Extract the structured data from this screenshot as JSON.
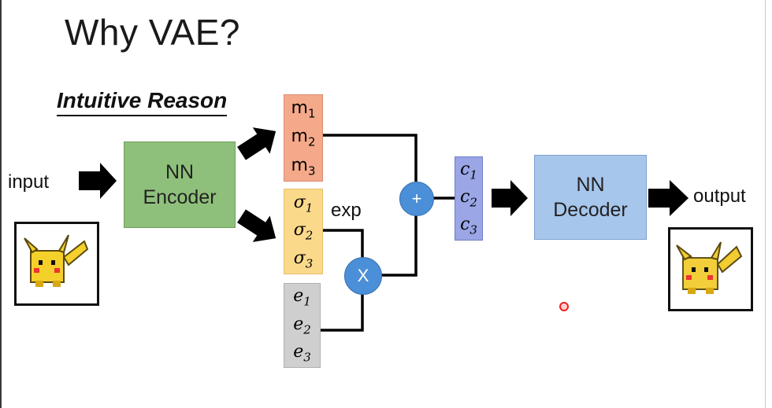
{
  "slide": {
    "title": "Why VAE?",
    "subtitle": "Intuitive Reason",
    "input_label": "input",
    "output_label": "output",
    "exp_label": "exp",
    "encoder": {
      "line1": "NN",
      "line2": "Encoder"
    },
    "decoder": {
      "line1": "NN",
      "line2": "Decoder"
    },
    "m_vector": [
      {
        "base": "m",
        "sub": "1"
      },
      {
        "base": "m",
        "sub": "2"
      },
      {
        "base": "m",
        "sub": "3"
      }
    ],
    "sigma_vector": [
      {
        "base": "σ",
        "sub": "1"
      },
      {
        "base": "σ",
        "sub": "2"
      },
      {
        "base": "σ",
        "sub": "3"
      }
    ],
    "e_vector": [
      {
        "base": "e",
        "sub": "1"
      },
      {
        "base": "e",
        "sub": "2"
      },
      {
        "base": "e",
        "sub": "3"
      }
    ],
    "c_vector": [
      {
        "base": "c",
        "sub": "1"
      },
      {
        "base": "c",
        "sub": "2"
      },
      {
        "base": "c",
        "sub": "3"
      }
    ],
    "plus_symbol": "+",
    "times_symbol": "X"
  },
  "colors": {
    "encoder": "#8fc07b",
    "decoder": "#a7c6ec",
    "m_box": "#f4a98a",
    "sigma_box": "#fbd98b",
    "e_box": "#cfcfcf",
    "c_box": "#9aa6e6",
    "operator": "#4a8fd8"
  },
  "icons": {
    "input_image": "pikachu-sprite-icon",
    "output_image": "pikachu-sprite-icon",
    "arrows": "thick-right-arrow-icon",
    "pointer": "red-cursor-dot-icon"
  }
}
